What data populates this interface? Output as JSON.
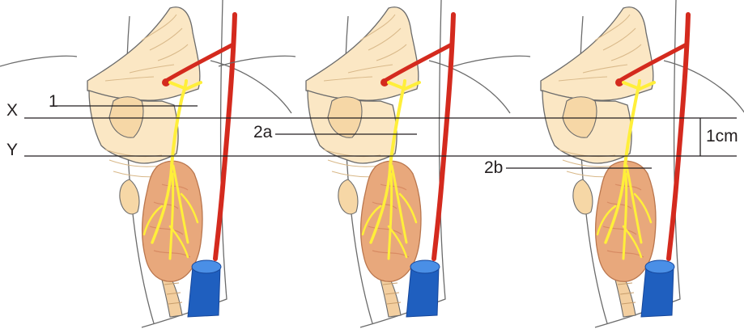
{
  "labels": {
    "x_plane": "X",
    "y_plane": "Y",
    "type_1": "1",
    "type_2a": "2a",
    "type_2b": "2b",
    "distance": "1cm"
  },
  "colors": {
    "background": "#ffffff",
    "outline": "#6b6b6b",
    "skin": "#fbe7c4",
    "skin_lines": "#d9b98a",
    "gland": "#e8a87c",
    "gland_dark": "#d88b63",
    "artery": "#d42a1e",
    "nerve": "#ffef3a",
    "vein": "#1f5fbf",
    "vein_top": "#4a8fe6",
    "line": "#231f20"
  },
  "icons": {
    "panel": "anatomy-sagittal-neck-section",
    "artery": "red-artery-vessel",
    "vein": "blue-vein-vessel",
    "nerve": "yellow-nerve-branches"
  }
}
